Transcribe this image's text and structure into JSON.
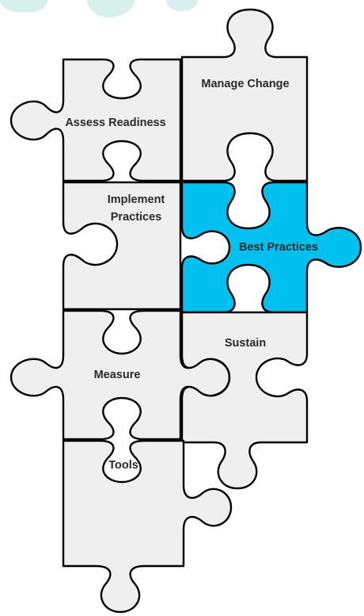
{
  "diagram": {
    "pieces": [
      {
        "id": "assess-readiness",
        "label": "Assess Readiness",
        "highlighted": false
      },
      {
        "id": "manage-change",
        "label": "Manage Change",
        "highlighted": false
      },
      {
        "id": "implement-practices",
        "label": "Implement Practices",
        "lines": [
          "Implement",
          "Practices"
        ],
        "highlighted": false
      },
      {
        "id": "best-practices",
        "label": "Best Practices",
        "highlighted": true
      },
      {
        "id": "measure",
        "label": "Measure",
        "highlighted": false
      },
      {
        "id": "sustain",
        "label": "Sustain",
        "highlighted": false
      },
      {
        "id": "tools",
        "label": "Tools",
        "highlighted": false
      }
    ]
  },
  "colors": {
    "piece_fill": "#efefef",
    "highlight_fill": "#00c0f0",
    "outline": "#000000",
    "text": "#2a2a2a",
    "watermark": "#d8f0ec"
  }
}
